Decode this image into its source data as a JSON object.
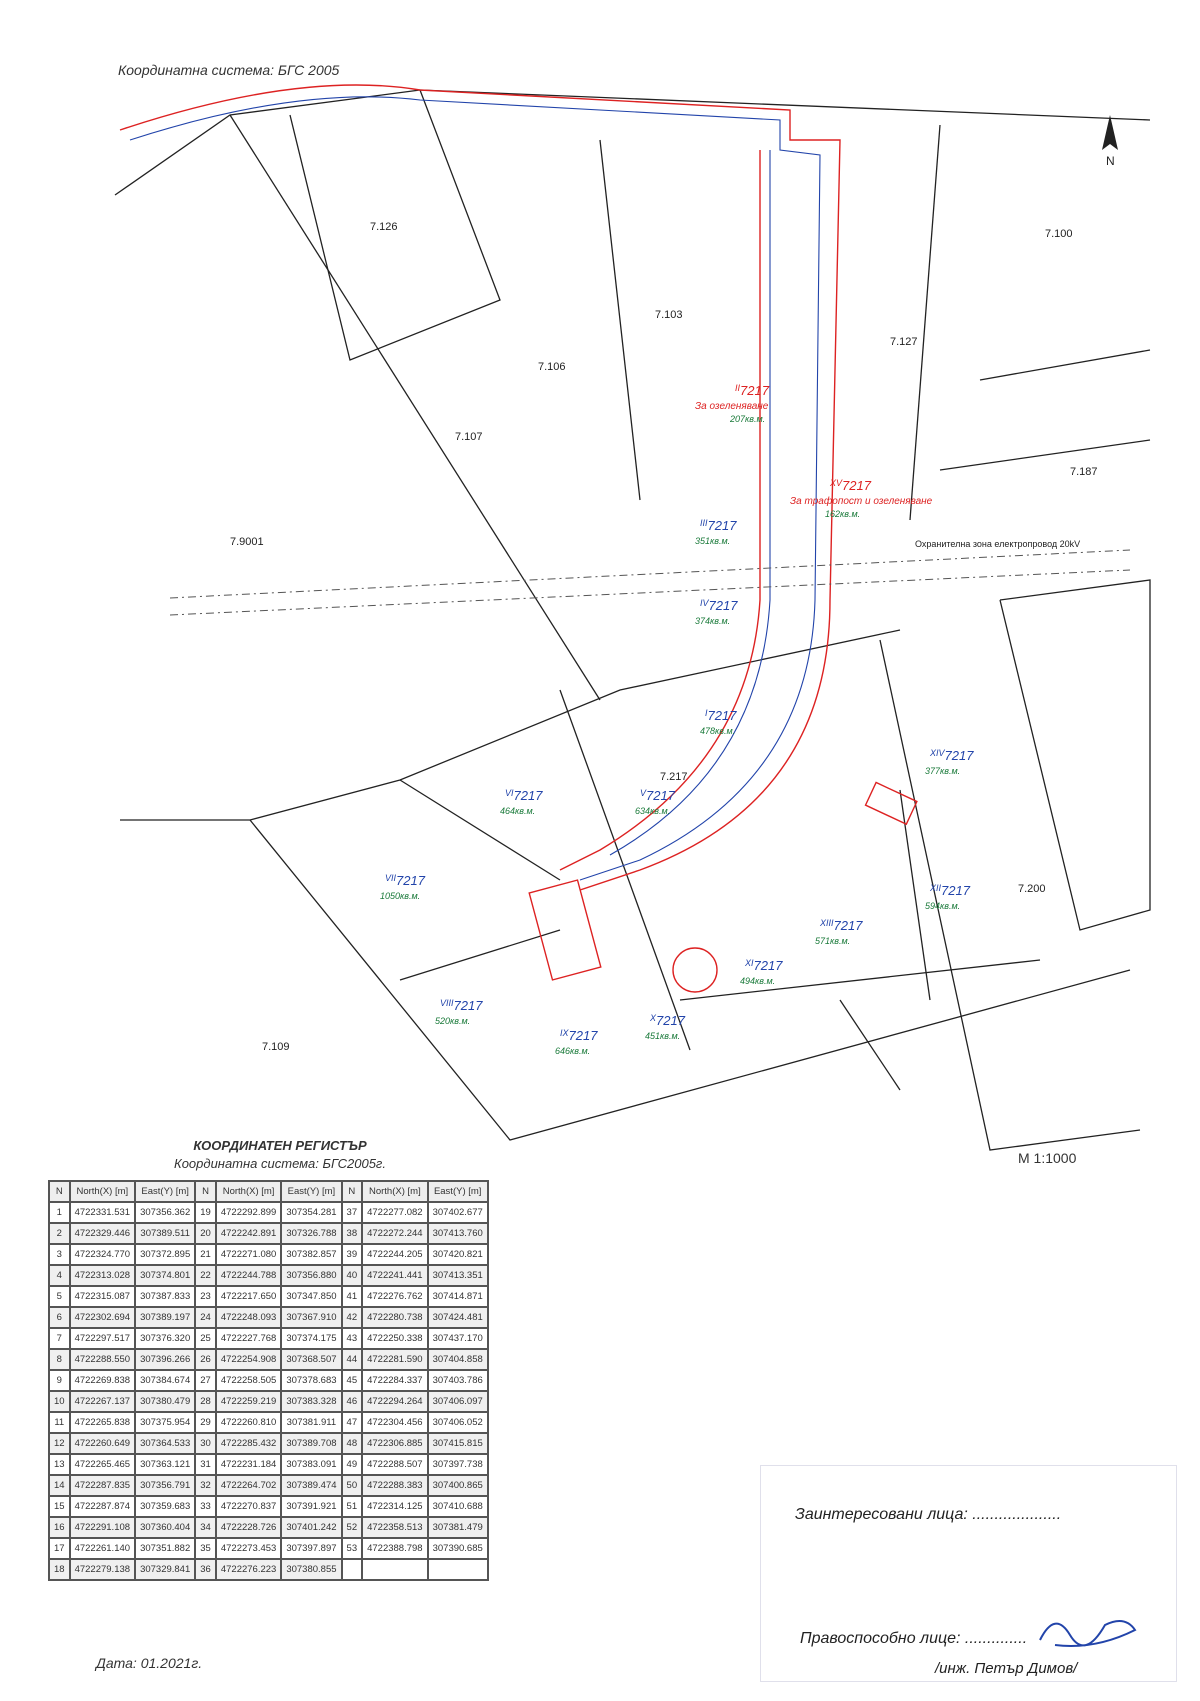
{
  "header": {
    "coord_system": "Координатна система: БГС 2005",
    "north_symbol": "north-arrow"
  },
  "map": {
    "parcels": [
      "7.126",
      "7.103",
      "7.100",
      "7.106",
      "7.127",
      "7.107",
      "7.187",
      "7.9001",
      "7.217",
      "7.200",
      "7.109"
    ],
    "lots": [
      {
        "num": "II",
        "id": "7217",
        "purpose": "За озеленяване",
        "area": "207кв.м."
      },
      {
        "num": "XV",
        "id": "7217",
        "purpose": "За трафопост и озеленяване",
        "area": "162кв.м."
      },
      {
        "num": "III",
        "id": "7217",
        "area": "351кв.м."
      },
      {
        "num": "IV",
        "id": "7217",
        "area": "374кв.м."
      },
      {
        "num": "I",
        "id": "7217",
        "area": "478кв.м."
      },
      {
        "num": "V",
        "id": "7217",
        "area": "634кв.м."
      },
      {
        "num": "VI",
        "id": "7217",
        "area": "464кв.м."
      },
      {
        "num": "VII",
        "id": "7217",
        "area": "1050кв.м."
      },
      {
        "num": "XIV",
        "id": "7217",
        "area": "377кв.м."
      },
      {
        "num": "XIII",
        "id": "7217",
        "area": "571кв.м."
      },
      {
        "num": "XII",
        "id": "7217",
        "area": "594кв.м."
      },
      {
        "num": "XI",
        "id": "7217",
        "area": "494кв.м."
      },
      {
        "num": "X",
        "id": "7217",
        "area": "451кв.м."
      },
      {
        "num": "IX",
        "id": "7217",
        "area": "646кв.м."
      },
      {
        "num": "VIII",
        "id": "7217",
        "area": "520кв.м."
      }
    ],
    "protection_zone": "Охранителна зона електропровод 20kV",
    "scale": "M 1:1000"
  },
  "register": {
    "title": "КООРДИНАТЕН РЕГИСТЪР",
    "subtitle": "Координатна система: БГС2005г.",
    "headers": [
      "N",
      "North(X) [m]",
      "East(Y) [m]",
      "N",
      "North(X) [m]",
      "East(Y) [m]",
      "N",
      "North(X) [m]",
      "East(Y) [m]"
    ],
    "rows": [
      [
        "1",
        "4722331.531",
        "307356.362",
        "19",
        "4722292.899",
        "307354.281",
        "37",
        "4722277.082",
        "307402.677"
      ],
      [
        "2",
        "4722329.446",
        "307389.511",
        "20",
        "4722242.891",
        "307326.788",
        "38",
        "4722272.244",
        "307413.760"
      ],
      [
        "3",
        "4722324.770",
        "307372.895",
        "21",
        "4722271.080",
        "307382.857",
        "39",
        "4722244.205",
        "307420.821"
      ],
      [
        "4",
        "4722313.028",
        "307374.801",
        "22",
        "4722244.788",
        "307356.880",
        "40",
        "4722241.441",
        "307413.351"
      ],
      [
        "5",
        "4722315.087",
        "307387.833",
        "23",
        "4722217.650",
        "307347.850",
        "41",
        "4722276.762",
        "307414.871"
      ],
      [
        "6",
        "4722302.694",
        "307389.197",
        "24",
        "4722248.093",
        "307367.910",
        "42",
        "4722280.738",
        "307424.481"
      ],
      [
        "7",
        "4722297.517",
        "307376.320",
        "25",
        "4722227.768",
        "307374.175",
        "43",
        "4722250.338",
        "307437.170"
      ],
      [
        "8",
        "4722288.550",
        "307396.266",
        "26",
        "4722254.908",
        "307368.507",
        "44",
        "4722281.590",
        "307404.858"
      ],
      [
        "9",
        "4722269.838",
        "307384.674",
        "27",
        "4722258.505",
        "307378.683",
        "45",
        "4722284.337",
        "307403.786"
      ],
      [
        "10",
        "4722267.137",
        "307380.479",
        "28",
        "4722259.219",
        "307383.328",
        "46",
        "4722294.264",
        "307406.097"
      ],
      [
        "11",
        "4722265.838",
        "307375.954",
        "29",
        "4722260.810",
        "307381.911",
        "47",
        "4722304.456",
        "307406.052"
      ],
      [
        "12",
        "4722260.649",
        "307364.533",
        "30",
        "4722285.432",
        "307389.708",
        "48",
        "4722306.885",
        "307415.815"
      ],
      [
        "13",
        "4722265.465",
        "307363.121",
        "31",
        "4722231.184",
        "307383.091",
        "49",
        "4722288.507",
        "307397.738"
      ],
      [
        "14",
        "4722287.835",
        "307356.791",
        "32",
        "4722264.702",
        "307389.474",
        "50",
        "4722288.383",
        "307400.865"
      ],
      [
        "15",
        "4722287.874",
        "307359.683",
        "33",
        "4722270.837",
        "307391.921",
        "51",
        "4722314.125",
        "307410.688"
      ],
      [
        "16",
        "4722291.108",
        "307360.404",
        "34",
        "4722228.726",
        "307401.242",
        "52",
        "4722358.513",
        "307381.479"
      ],
      [
        "17",
        "4722261.140",
        "307351.882",
        "35",
        "4722273.453",
        "307397.897",
        "53",
        "4722388.798",
        "307390.685"
      ],
      [
        "18",
        "4722279.138",
        "307329.841",
        "36",
        "4722276.223",
        "307380.855",
        "",
        "",
        ""
      ]
    ]
  },
  "footer": {
    "date": "Дата: 01.2021г.",
    "interested": "Заинтересовани лица: ....................",
    "qualified": "Правоспособно лице: ..............",
    "engineer": "/инж. Петър Димов/"
  }
}
